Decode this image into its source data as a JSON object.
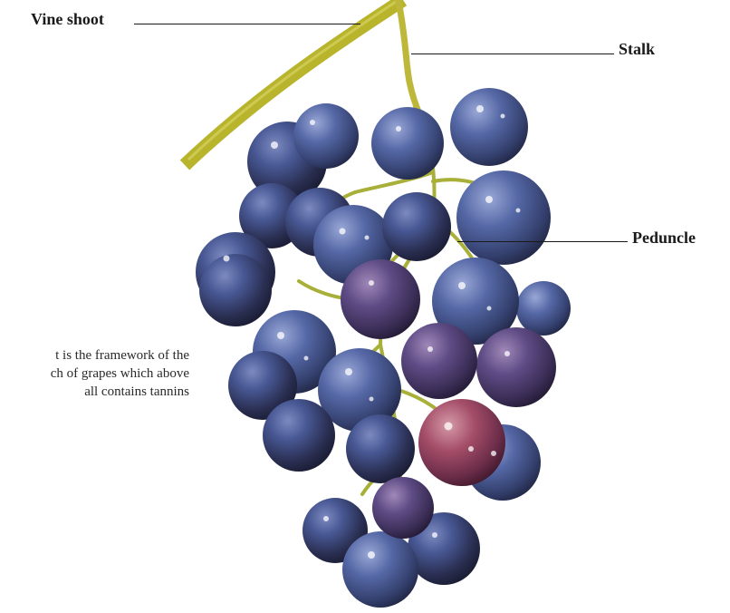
{
  "labels": {
    "vine_shoot": "Vine shoot",
    "stalk": "Stalk",
    "peduncle": "Peduncle"
  },
  "caption": {
    "line1": "t is the framework of the",
    "line2": "ch of grapes which above",
    "line3": "all contains tannins"
  },
  "colors": {
    "background": "#ffffff",
    "text": "#1a1a1a",
    "stem": "#b8b42c",
    "grape_dark": "#2c3358",
    "grape_blue": "#4a5f98",
    "grape_red": "#8e3a55"
  }
}
